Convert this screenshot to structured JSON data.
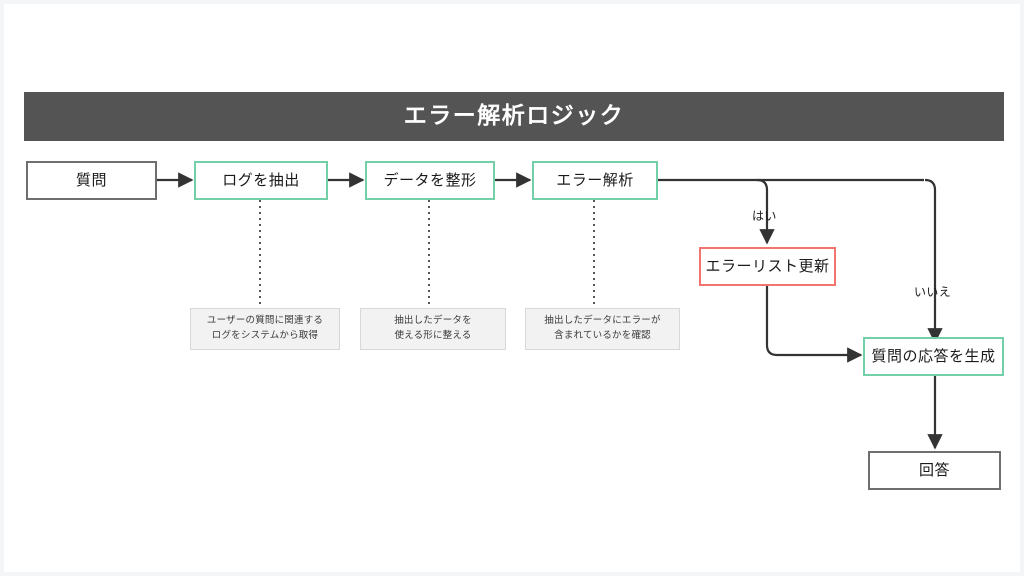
{
  "slide": {
    "title": "エラー解析ロジック",
    "background_color": "#ffffff",
    "title_bar_color": "#545454"
  },
  "colors": {
    "gray_border": "#6e6e6e",
    "green_border": "#72cfa8",
    "red_border": "#f1756e",
    "note_fill": "#f2f2f2",
    "note_border": "#d8d8d8",
    "connector": "#333333"
  },
  "nodes": {
    "question": {
      "label": "質問",
      "style": "gray"
    },
    "extract_log": {
      "label": "ログを抽出",
      "style": "green"
    },
    "format_data": {
      "label": "データを整形",
      "style": "green"
    },
    "analyze_error": {
      "label": "エラー解析",
      "style": "green"
    },
    "update_error_list": {
      "label": "エラーリスト更新",
      "style": "red"
    },
    "generate_answer": {
      "label": "質問の応答を生成",
      "style": "green"
    },
    "answer": {
      "label": "回答",
      "style": "gray"
    }
  },
  "notes": {
    "extract_log": {
      "line1": "ユーザーの質問に関連する",
      "line2": "ログをシステムから取得"
    },
    "format_data": {
      "line1": "抽出したデータを",
      "line2": "使える形に整える"
    },
    "analyze_error": {
      "line1": "抽出したデータにエラーが",
      "line2": "含まれているかを確認"
    }
  },
  "edge_labels": {
    "yes": "はい",
    "no": "いいえ"
  }
}
